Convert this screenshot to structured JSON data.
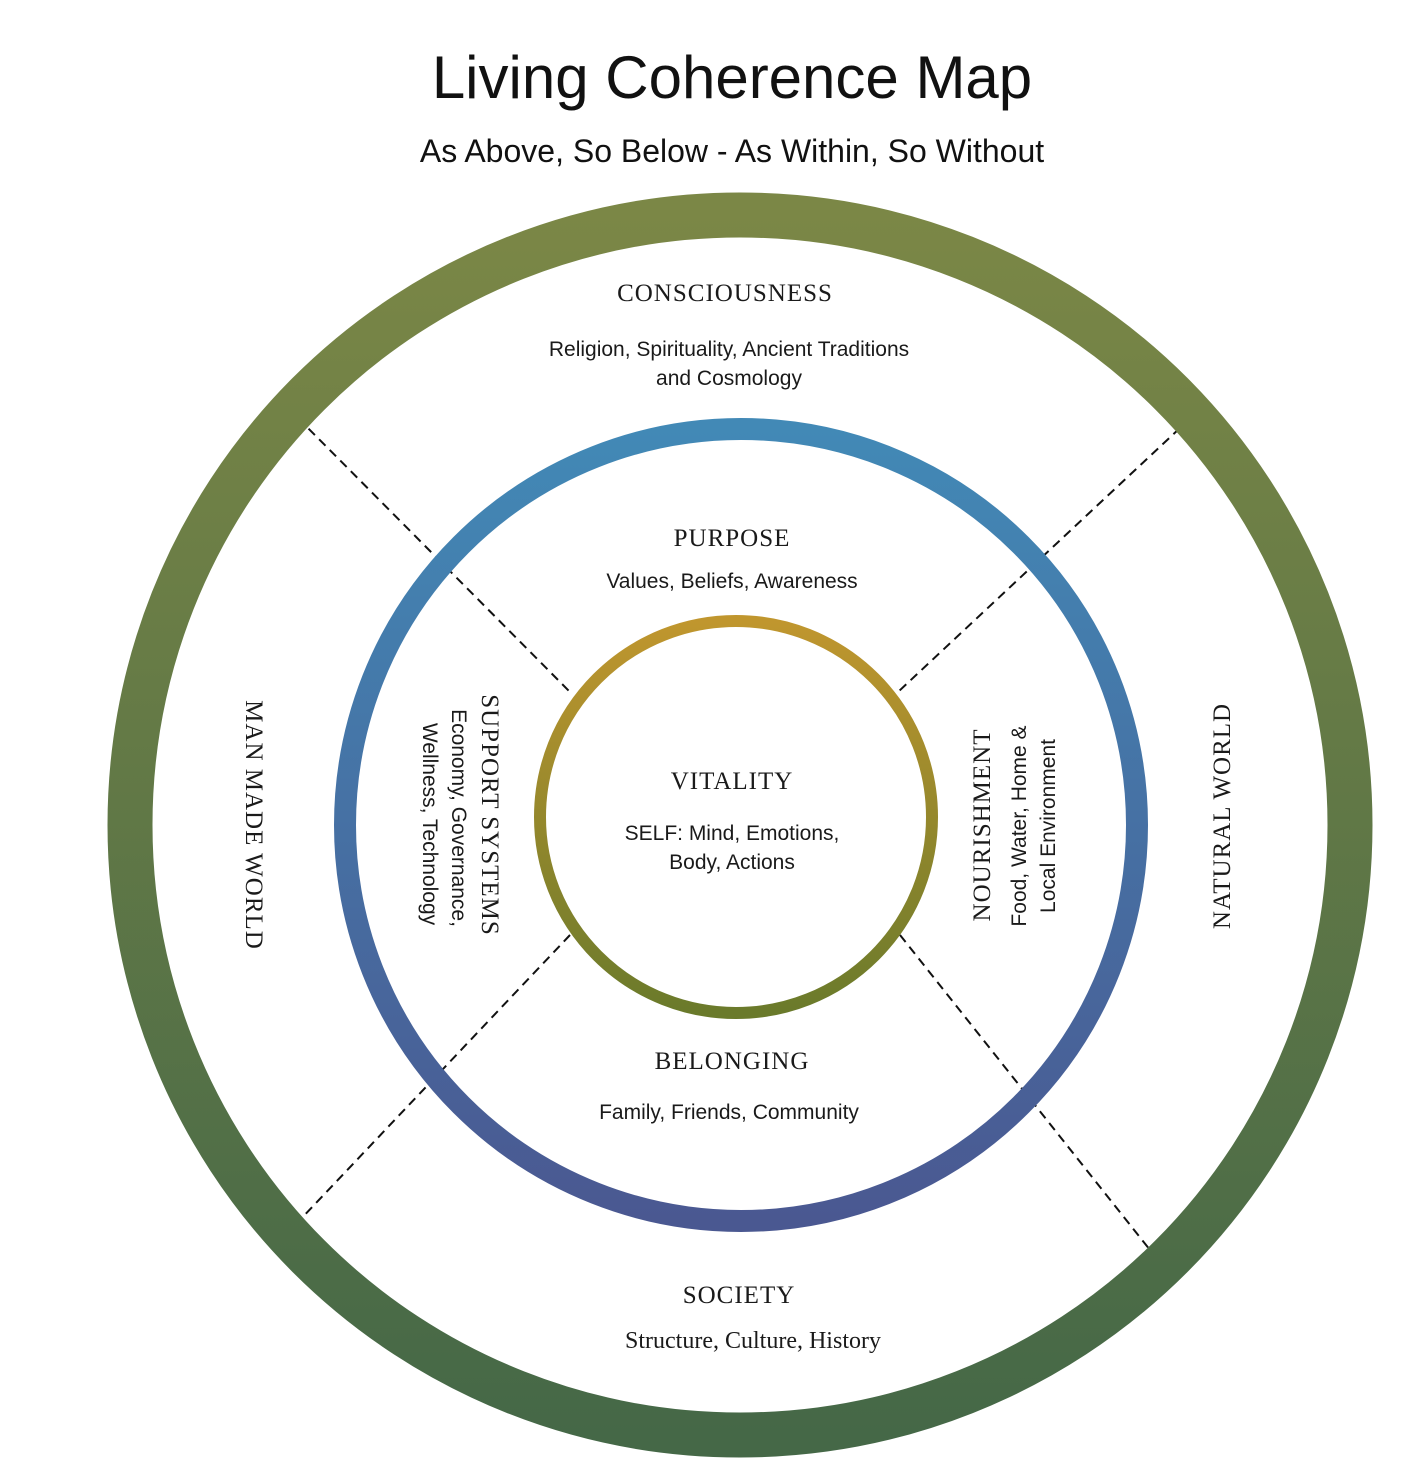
{
  "title": "Living Coherence Map",
  "subtitle": "As Above, So Below - As Within, So Without",
  "colors": {
    "outer_ring_top": "#7b8746",
    "outer_ring_bottom": "#456847",
    "middle_ring_top": "#4289b6",
    "middle_ring_bottom": "#4a5891",
    "inner_ring_top": "#c0962e",
    "inner_ring_bottom": "#6a7a2b"
  },
  "outer": {
    "top": {
      "heading": "CONSCIOUSNESS",
      "lines": [
        "Religion, Spirituality, Ancient Traditions",
        "and Cosmology"
      ]
    },
    "left": {
      "heading": "MAN MADE WORLD"
    },
    "right": {
      "heading": "NATURAL WORLD"
    },
    "bottom": {
      "heading": "SOCIETY",
      "lines": [
        "Structure, Culture, History"
      ]
    }
  },
  "middle": {
    "top": {
      "heading": "PURPOSE",
      "lines": [
        "Values, Beliefs, Awareness"
      ]
    },
    "left": {
      "heading": "SUPPORT SYSTEMS",
      "lines": [
        "Economy, Governance,",
        "Wellness, Technology"
      ]
    },
    "right": {
      "heading": "NOURISHMENT",
      "lines": [
        "Food, Water, Home &",
        "Local Environment"
      ]
    },
    "bottom": {
      "heading": "BELONGING",
      "lines": [
        "Family, Friends, Community"
      ]
    }
  },
  "center": {
    "heading": "VITALITY",
    "lines": [
      "SELF: Mind, Emotions,",
      "Body, Actions"
    ]
  }
}
